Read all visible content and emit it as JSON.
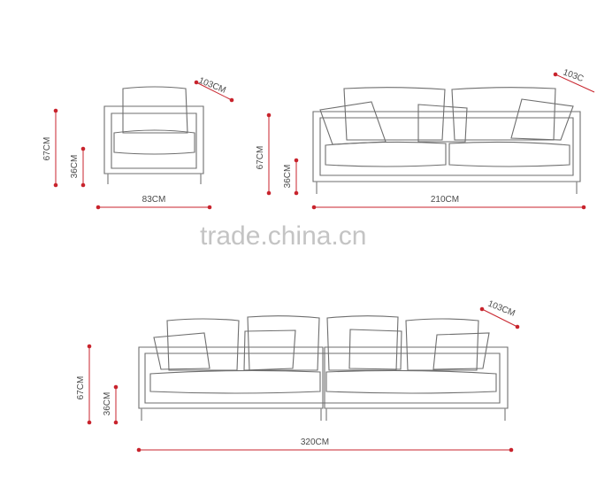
{
  "watermark": "trade.china.cn",
  "colors": {
    "dimension": "#c8232c",
    "outline": "#6e6e6e",
    "watermark": "#c4c4c4"
  },
  "chair": {
    "height": "67CM",
    "seat_height": "36CM",
    "width": "83CM",
    "depth": "103CM"
  },
  "sofa_3": {
    "height": "67CM",
    "seat_height": "36CM",
    "width": "210CM",
    "depth": "103C"
  },
  "sofa_4": {
    "height": "67CM",
    "seat_height": "36CM",
    "width": "320CM",
    "depth": "103CM"
  }
}
